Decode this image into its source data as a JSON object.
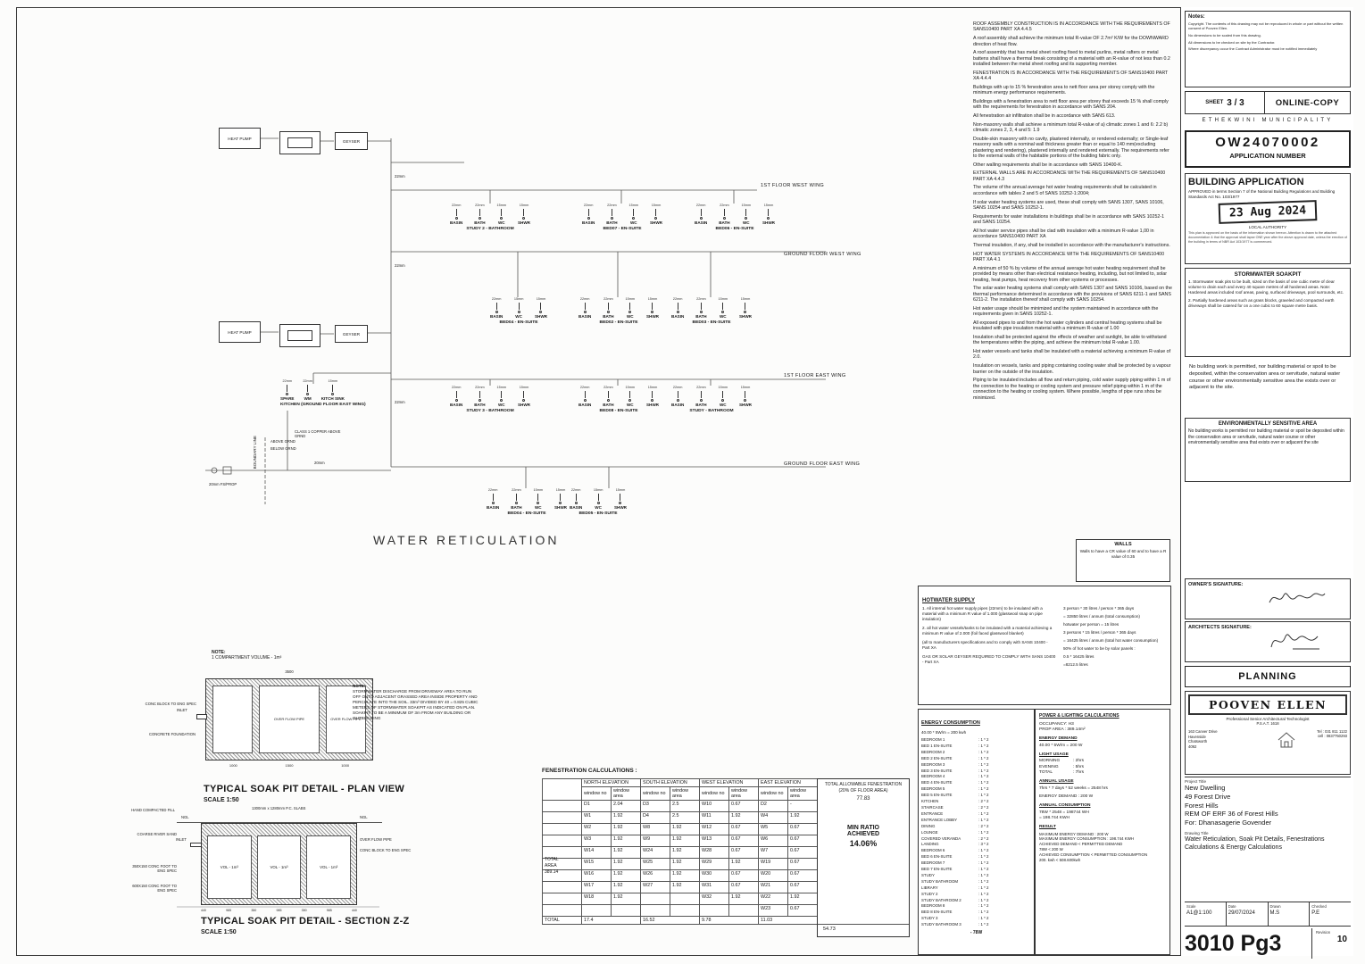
{
  "schematic": {
    "title": "WATER RETICULATION",
    "heat_pump": "HEAT PUMP",
    "geyser": "GEYSER",
    "wings": [
      "1ST FLOOR WEST WING",
      "GROUND FLOOR WEST WING",
      "1ST FLOOR EAST WING",
      "GROUND FLOOR EAST WING"
    ],
    "pipe_labels": [
      "22mm",
      "22mm",
      "22mm",
      "20mm"
    ],
    "boundary": "BOUNDARY LINE",
    "above_grnd": "ABOVE GRND",
    "below_grnd": "BELOW GRND",
    "copper": "CLASS 1 COPPER ABOVE GRND",
    "meter": "20mm FS/PROP",
    "groups": [
      {
        "room": "STUDY 2 - BATHROOM",
        "fixtures": [
          {
            "s": "22mm",
            "f": "BASIN"
          },
          {
            "s": "22mm",
            "f": "BATH"
          },
          {
            "s": "15mm",
            "f": "WC"
          },
          {
            "s": "15mm",
            "f": "SHWR"
          }
        ]
      },
      {
        "room": "BED07 - EN-SUITE",
        "fixtures": [
          {
            "s": "22mm",
            "f": "BASIN"
          },
          {
            "s": "22mm",
            "f": "BATH"
          },
          {
            "s": "15mm",
            "f": "WC"
          },
          {
            "s": "15mm",
            "f": "SHWR"
          }
        ]
      },
      {
        "room": "BED06 - EN-SUITE",
        "fixtures": [
          {
            "s": "22mm",
            "f": "BASIN"
          },
          {
            "s": "22mm",
            "f": "BATH"
          },
          {
            "s": "15mm",
            "f": "WC"
          },
          {
            "s": "15mm",
            "f": "SHWR"
          }
        ]
      },
      {
        "room": "BED04 - EN-SUITE",
        "fixtures": [
          {
            "s": "22mm",
            "f": "BASIN"
          },
          {
            "s": "15mm",
            "f": "WC"
          },
          {
            "s": "15mm",
            "f": "SHWR"
          }
        ]
      },
      {
        "room": "BED02 - EN-SUITE",
        "fixtures": [
          {
            "s": "22mm",
            "f": "BASIN"
          },
          {
            "s": "22mm",
            "f": "BATH"
          },
          {
            "s": "15mm",
            "f": "WC"
          },
          {
            "s": "15mm",
            "f": "SHWR"
          }
        ]
      },
      {
        "room": "BED03 - EN-SUITE",
        "fixtures": [
          {
            "s": "22mm",
            "f": "BASIN"
          },
          {
            "s": "22mm",
            "f": "BATH"
          },
          {
            "s": "15mm",
            "f": "WC"
          },
          {
            "s": "15mm",
            "f": "SHWR"
          }
        ]
      },
      {
        "room": "KITCHEN (GROUND FLOOR EAST WING)",
        "fixtures": [
          {
            "s": "22mm",
            "f": "SPARE"
          },
          {
            "s": "22mm",
            "f": "WM"
          },
          {
            "s": "15mm",
            "f": "KITCH SINK"
          }
        ]
      },
      {
        "room": "STUDY 3 - BATHROOM",
        "fixtures": [
          {
            "s": "22mm",
            "f": "BASIN"
          },
          {
            "s": "22mm",
            "f": "BATH"
          },
          {
            "s": "15mm",
            "f": "WC"
          },
          {
            "s": "15mm",
            "f": "SHWR"
          }
        ]
      },
      {
        "room": "BED08 - EN-SUITE",
        "fixtures": [
          {
            "s": "22mm",
            "f": "BASIN"
          },
          {
            "s": "22mm",
            "f": "BATH"
          },
          {
            "s": "15mm",
            "f": "WC"
          },
          {
            "s": "15mm",
            "f": "SHWR"
          }
        ]
      },
      {
        "room": "STUDY - BATHROOM",
        "fixtures": [
          {
            "s": "22mm",
            "f": "BASIN"
          },
          {
            "s": "22mm",
            "f": "BATH"
          },
          {
            "s": "15mm",
            "f": "WC"
          },
          {
            "s": "15mm",
            "f": "SHWR"
          }
        ]
      },
      {
        "room": "BED04 - EN-SUITE",
        "fixtures": [
          {
            "s": "22mm",
            "f": "BASIN"
          },
          {
            "s": "22mm",
            "f": "BATH"
          },
          {
            "s": "15mm",
            "f": "WC"
          },
          {
            "s": "15mm",
            "f": "SHWR"
          }
        ]
      },
      {
        "room": "BED05 - EN-SUITE",
        "fixtures": [
          {
            "s": "22mm",
            "f": "BASIN"
          },
          {
            "s": "15mm",
            "f": "WC"
          },
          {
            "s": "15mm",
            "f": "SHWR"
          }
        ]
      }
    ]
  },
  "specs": [
    "ROOF ASSEMBLY CONSTRUCTION IS IN ACCORDANCE WITH THE REQUIREMENTS OF SANS10400 PART XA 4.4.5",
    "A roof assembly shall achieve the minimum total R-value OF 2.7m² K/W for the DOWNWARD direction of heat flow.",
    "A roof assembly that has metal sheet roofing fixed to metal purlins, metal rafters or metal battens shall have a thermal break consisting of a material with an R-value of not less than 0.2 installed between the metal sheet roofing and its supporting member.",
    "FENESTRATION IS IN ACCORDANCE WITH THE REQUIREMENTS OF SANS10400 PART XA 4.4.4",
    "Buildings with up to 15 % fenestration area to nett floor area per storey comply with the minimum energy performance requirements.",
    "Buildings with a fenestration area to nett floor area per storey that exceeds 15 % shall comply with the requirements for fenestration in accordance with SANS 204.",
    "All fenestration air infiltration shall be in accordance with SANS 613.",
    "Non-masonry walls shall achieve a minimum total R-value of a) climatic zones 1 and 6: 2.2  b) climatic zones 2, 3, 4 and 5: 1.9",
    "Double-skin masonry with no cavity, plastered internally, or rendered externally; or Single-leaf masonry walls with a nominal wall thickness greater than or equal to 140 mm(excluding plastering and rendering), plastered internally and rendered externally. The requirements refer to the external walls of the habitable portions of the building fabric only.",
    "Other walling requirements shall be in accordance with SANS 10400-K.",
    "EXTERNAL WALLS ARE IN ACCORDANCE WITH THE REQUIREMENTS OF SANS10400 PART XA 4.4.3",
    "The volume of the annual average hot water heating requirements shall be calculated in accordance with tables 2 and 5 of SANS 10252-1:2004;",
    "If solar water heating systems are used, these shall comply with SANS 1307, SANS 10106, SANS 10254 and SANS 10252-1.",
    "Requirements for water installations in buildings shall be in accordance with SANS 10252-1 and SANS 10254.",
    "All hot water service pipes shall be clad with insulation with a minimum R-value 1,00 in accordance SANS10400 PART XA",
    "Thermal insulation, if any, shall be installed in accordance with the manufacturer's instructions.",
    "HOT WATER SYSTEMS IN ACCORDANCE WITH THE REQUIREMENTS OF SANS10400 PART XA 4.1",
    "A minimum of 50 % by volume of the annual average hot water heating requirement shall be provided by means other than electrical resistance heating, including, but not limited to, solar heating, heat pumps, heat recovery from other systems or processes.",
    "The solar water heating systems shall comply with SANS 1307 and SANS 10106, based on the thermal performance determined in accordance with the provisions of SANS 6211-1 and SANS 6211-2. The installation thereof shall comply with SANS 10254.",
    "Hot water usage should be minimized and the system maintained in accordance with the requirements given in SANS 10252-1.",
    "All exposed pipes to and from the hot water cylinders and central heating systems shall be insulated with pipe insulation material with a minimum R-value of 1.00",
    "Insulation shall be protected against the effects of weather and sunlight, be able to withstand the temperatures within the piping, and achieve the minimum total R-value 1.00.",
    "Hot water vessels and tanks shall be insulated with a material achieving a minimum R-value of 2.0.",
    "Insulation on vessels, tanks and piping containing cooling water shall be protected by a vapour barrier on the outside of the insulation.",
    "Piping to be insulated includes all flow and return piping, cold water supply piping within 1 m of the connection to the heating or cooling system and pressure relief piping within 1 m of the connection to the heating or cooling system. Where possible, lengths of pipe runs shou be minimized."
  ],
  "walls_box": {
    "title": "WALLS",
    "body": "Walls to have a CR value of 60 and to have a R value of 0.35"
  },
  "hotwater": {
    "title": "HOTWATER SUPPLY",
    "left": [
      "1. All internal hot water supply pipes (22mm) to be insulated with a material with a minimum R value of 1.000 (glasswool snap on pipe insulation)",
      "2. all hot water vessels/tanks to be insulated with a material achieving a minimum R value of 2.000 (foil faced glasswool blanket)",
      "(all to manufacturers specifications and to comply with SANS 10400 - Part XA",
      "GAS OR SOLAR GEYSER REQUIRED TO COMPLY WITH SANS 10400 - Part XA"
    ],
    "right": [
      "3 person * 30 litres / person * 365 days",
      "= 32850 litres / annum (total consumption)",
      "hotwater per person = 15 litres",
      "3 persons * 15 litres / person * 365 days",
      "= 16425 litres / annum (total hot water consumption)",
      "50% of hot water to be by solar panels :",
      "0.5 * 16425 litres",
      "=8212.5 litres"
    ]
  },
  "energy": {
    "title": "ENERGY CONSUMPTION",
    "subtitle": "40.00 * 5W/m = 200 kwh",
    "items": [
      [
        "BEDROOM 1",
        ": 1 * 2"
      ],
      [
        "BED 1 EN-SUITE",
        ": 1 * 2"
      ],
      [
        "BEDROOM 2",
        ": 1 * 2"
      ],
      [
        "BED 2 EN-SUITE",
        ": 1 * 2"
      ],
      [
        "BEDROOM 3",
        ": 1 * 2"
      ],
      [
        "BED 3 EN-SUITE",
        ": 1 * 2"
      ],
      [
        "BEDROOM 4",
        ": 1 * 2"
      ],
      [
        "BED 4 EN-SUITE",
        ": 1 * 2"
      ],
      [
        "BEDROOM 5",
        ": 1 * 2"
      ],
      [
        "BED 5 EN-SUITE",
        ": 1 * 2"
      ],
      [
        "KITCHEN",
        ": 2 * 2"
      ],
      [
        "STAIRCASE",
        ": 2 * 2"
      ],
      [
        "ENTRANCE",
        ": 1 * 2"
      ],
      [
        "ENTRANCE LOBBY",
        ": 1 * 2"
      ],
      [
        "DINING",
        ": 2 * 2"
      ],
      [
        "LOUNGE",
        ": 1 * 2"
      ],
      [
        "COVERED VERANDA",
        ": 2 * 2"
      ],
      [
        "LANDING",
        ": 3 * 2"
      ],
      [
        "BEDROOM 6",
        ": 1 * 2"
      ],
      [
        "BED 6 EN-SUITE",
        ": 1 * 2"
      ],
      [
        "BEDROOM 7",
        ": 1 * 2"
      ],
      [
        "BED 7 EN-SUITE",
        ": 1 * 2"
      ],
      [
        "STUDY",
        ": 1 * 2"
      ],
      [
        "STUDY BATHROOM",
        ": 1 * 2"
      ],
      [
        "LIBRARY",
        ": 1 * 2"
      ],
      [
        "STUDY 2",
        ": 1 * 2"
      ],
      [
        "STUDY BATHROOM 2",
        ": 1 * 2"
      ],
      [
        "BEDROOM 8",
        ": 1 * 2"
      ],
      [
        "BED 8 EN-SUITE",
        ": 1 * 2"
      ],
      [
        "STUDY 3",
        ": 1 * 2"
      ],
      [
        "STUDY BATHROOM 3",
        ": 1 * 2"
      ]
    ],
    "footer": "- 78W"
  },
  "power": {
    "title": "POWER & LIGHTING CALCULATIONS",
    "occupancy": "OCCUPANCY: H3",
    "prop_area": "PROP AREA : 389.14m²",
    "energy_demand_label": "ENERGY DEMAND",
    "energy_demand_calc": "40.00 * 5W/m = 200 W",
    "light_usage_label": "LIGHT USAGE",
    "light_usage": [
      [
        "MORNING",
        ": 2hrs"
      ],
      [
        "EVENING",
        ": 5hrs"
      ],
      [
        "TOTAL",
        ": 7hrs"
      ]
    ],
    "annual_usage_label": "ANNUAL USAGE",
    "annual_usage_calc": "7hrs * 7 days * 52 weeks = 2548 hrs",
    "energy_demand2": "ENERGY DEMAND : 200 W",
    "annual_consumption_label": "ANNUAL CONSUMPTION",
    "annual_consumption_calc1": "78W * 2548 = 198744 WH",
    "annual_consumption_calc2": "= 198.744 KWH",
    "result_label": "RESULT",
    "result_lines": [
      "MAXIMUM ENERGY DEMAND : 200 W",
      "MAXIMUM ENERGY CONSUMPTION : 198.744 KWH",
      "ACHIEVED DEMAND < PERMITTED DEMAND",
      "78W < 200 W",
      "ACHIEVED CONSUMPTION < PERMITTED CONSUMPTION",
      "200. kwh < 508.600kwh"
    ]
  },
  "fenestration": {
    "caption": "FENESTRATION CALCULATIONS :",
    "elevations": [
      "NORTH ELEVATION",
      "SOUTH ELEVATION",
      "WEST ELEVATION",
      "EAST ELEVATION"
    ],
    "sub_no": "window no",
    "sub_area": "window area",
    "rows": [
      [
        "D1",
        "2.04",
        "D3",
        "2.5",
        "W10",
        "0.67",
        "D2",
        "-"
      ],
      [
        "W1",
        "1.92",
        "D4",
        "2.5",
        "W11",
        "1.92",
        "W4",
        "1.92"
      ],
      [
        "W2",
        "1.92",
        "W8",
        "1.92",
        "W12",
        "0.67",
        "W5",
        "0.67"
      ],
      [
        "W3",
        "1.92",
        "W9",
        "1.92",
        "W13",
        "0.67",
        "W6",
        "0.67"
      ],
      [
        "W14",
        "1.92",
        "W24",
        "1.92",
        "W28",
        "0.67",
        "W7",
        "0.67"
      ],
      [
        "W15",
        "1.92",
        "W25",
        "1.92",
        "W29",
        "1.92",
        "W19",
        "0.67"
      ],
      [
        "W16",
        "1.92",
        "W26",
        "1.92",
        "W30",
        "0.67",
        "W20",
        "0.67"
      ],
      [
        "W17",
        "1.92",
        "W27",
        "1.92",
        "W31",
        "0.67",
        "W21",
        "0.67"
      ],
      [
        "W18",
        "1.92",
        "",
        "",
        "W32",
        "1.92",
        "W22",
        "1.92"
      ],
      [
        "",
        "",
        "",
        "",
        "",
        "",
        "W23",
        "0.67"
      ]
    ],
    "total_area": [
      "TOTAL",
      "AREA",
      "389.14"
    ],
    "totals_label": "TOTAL",
    "totals": [
      "17.4",
      "16.52",
      "9.78",
      "11.03"
    ],
    "grand_total": "54.73",
    "allowable_label": "TOTAL ALLOWABLE FENESTRATION (20% OF FLOOR AREA)",
    "allowable_value": "77.83",
    "ratio_label": "MIN RATIO ACHIEVED",
    "ratio_value": "14.06%"
  },
  "soakpit": {
    "note1_title": "NOTE:",
    "note1": "1 COMPARTMENT VOLUME - 1m³",
    "plan": {
      "dim_total": "3500",
      "dims": [
        "1000",
        "1500",
        "1000"
      ],
      "conc_block": "CONC BLOCK TO ENG SPEC",
      "inlet": "INLET",
      "foundation": "CONCRETE FOUNDATION",
      "overflow": "OVER FLOW PIPE",
      "title": "TYPICAL SOAK PIT DETAIL - PLAN VIEW",
      "scale": "SCALE 1:50"
    },
    "note2_title": "NOTE:",
    "note2": "STORMWATER DISCHARGE FROM DRIVEWAY AREA TO RUN OFF ONTO ADJACENT GRASSED AREA INSIDE PROPERTY AND PERCULATE INTO THE SOIL. 33m³ DIVIDED BY 40 = 0.825 CUBIC METERS OF STORMWATER SOAKPIT AS INDICATED ON PLAN. SOAKPIT TO BE A MINIMUM OF 3m FROM ANY BUILDING OR OUTBUILDING",
    "section": {
      "slabs": "1300mm x 1280mm P.C. SLABS",
      "hand_fill": "HAND COMPACTED FILL",
      "ngl": "NGL",
      "river_sand": "COARSE RIVER SAND",
      "inlet": "INLET",
      "overflow": "OVER FLOW PIPE",
      "conc_block": "CONC BLOCK TO ENG SPEC",
      "foot350": "350X150 CONC FOOT TO ENG SPEC",
      "foot600": "600X150 CONC FOOT TO ENG SPEC",
      "vol": "VOL - 1m³",
      "dims": [
        "440",
        "985",
        "350",
        "985",
        "350",
        "985",
        "440"
      ],
      "title": "TYPICAL SOAK PIT DETAIL - SECTION Z-Z",
      "scale": "SCALE 1:50"
    }
  },
  "sheet": {
    "notes_title": "Notes:",
    "notes": [
      "Copyright. The contents of this drawing may not be reproduced in whole or part without the written consent of Pooven Ellen.",
      "No dimensions to be scaled from this drawing.",
      "All dimensions to be checked on site by the Contractor.",
      "Where discrepancy occur the Contract Administrator must be notified immediately"
    ],
    "sheet_label": "SHEET",
    "sheet_no": "3 / 3",
    "online_copy": "ONLINE-COPY",
    "municipality": "ETHEKWINI MUNICIPALITY",
    "application_number": "OW24070002",
    "application_number_label": "APPLICATION NUMBER",
    "building_application": {
      "title": "BUILDING APPLICATION",
      "subtitle": "APPROVED in terms Section 7 of the National Building Regulations and Building Standards Act No. 103/1977",
      "date_stamp": "23 Aug 2024",
      "authority": "LOCAL AUTHORITY",
      "fine_print": "This plan is approved on the basis of the information shown hereon. Attention is drawn to the attached documentation & that the approval shall lapse ONE year after the above approval date, unless the erection of the building in terms of NBR Act 103/1977 is commenced."
    },
    "soakpit_box": {
      "title": "STORMWATER SOAKPIT",
      "p1": "1. Stormwater soak pits to be built, sized on the basis of one cubic metre of clear volume to drain each and every 40 square metres of all hardened areas. Note: Hardened areas included roof areas, paving, surfaced driveways, pool surrounds, etc.",
      "p2": "2. Partially hardened areas such as grass blocks, graveled and compacted earth driveways shall be catered for on a one cubic to 60 square metre basis."
    },
    "no_building_note": "No building work is permitted, nor building material or spoil to be deposited, within the conservation area or servitude, natural water course or other environmentally sensitive area the exists over or adjacent to the site.",
    "env_box": {
      "title": "ENVIRONMENTALLY SENSITIVE AREA",
      "body": "No building works is permitted nor building material or spoil be deposited within the conservation area or servitude, natural water course or other environmentally sensitive area that exists over or adjacent the site"
    },
    "owners_signature_label": "OWNER'S SIGNATURE:",
    "architects_signature_label": "ARCHITECTS SIGNATURE:",
    "planning": "PLANNING",
    "firm": {
      "name": "POOVEN ELLEN",
      "title": "Professional Senior Architectural Technologist",
      "reg": "P.S.A.T. 1618",
      "address": [
        "163 Canver Drive",
        "Havenside",
        "Chatsworth",
        "4092"
      ],
      "tel": "Tel : 031 811 1122",
      "cell": "cell : 0837750293"
    },
    "project_title_label": "Project Title",
    "project_title": [
      "New Dwelling",
      "49 Forest Drive",
      "Forest Hills",
      "REM OF ERF 36 of Forest Hills",
      "For: Dhanasagerie Govender"
    ],
    "drawing_title_label": "Drawing Title",
    "drawing_title": "Water Reticulation, Soak Pit Details, Fenestrations Calculations & Energy Calculations",
    "scale_label": "Scale",
    "scale": "A1@1:100",
    "date_label": "Date",
    "date": "29/07/2024",
    "drawn_label": "Drawn",
    "drawn": "M.S",
    "checked_label": "Checked",
    "checked": "P.E",
    "drawing_number": "3010 Pg3",
    "revision_label": "Revision",
    "revision": "10"
  }
}
